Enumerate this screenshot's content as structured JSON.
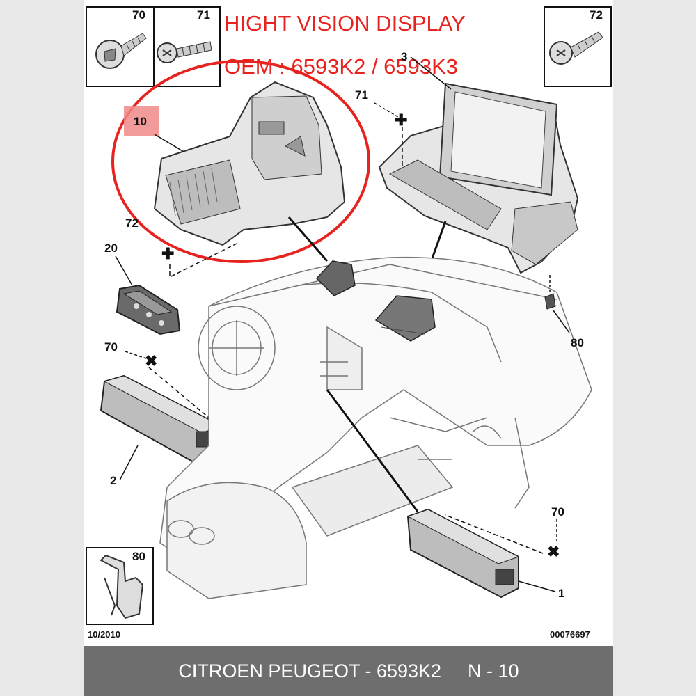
{
  "overlay": {
    "title": "HIGHT VISION DISPLAY",
    "oem": "OEM : 6593K2 / 6593K3"
  },
  "callouts": {
    "screw_70": "70",
    "screw_71": "71",
    "screw_72": "72",
    "clip_80": "80",
    "part_10": "10",
    "part_3": "3",
    "ref_71": "71",
    "ref_72": "72",
    "part_20": "20",
    "ref_70_left": "70",
    "part_2": "2",
    "ref_80": "80",
    "ref_70_right": "70",
    "part_1": "1"
  },
  "sheet": {
    "date": "10/2010",
    "drawing_no": "00076697"
  },
  "footer": {
    "text": "CITROEN PEUGEOT - 6593K2",
    "ref": "N - 10"
  },
  "colors": {
    "highlight_red": "#e8231f",
    "footer_bg": "#6e6e6e",
    "part_label_bg": "#f08a8a"
  }
}
